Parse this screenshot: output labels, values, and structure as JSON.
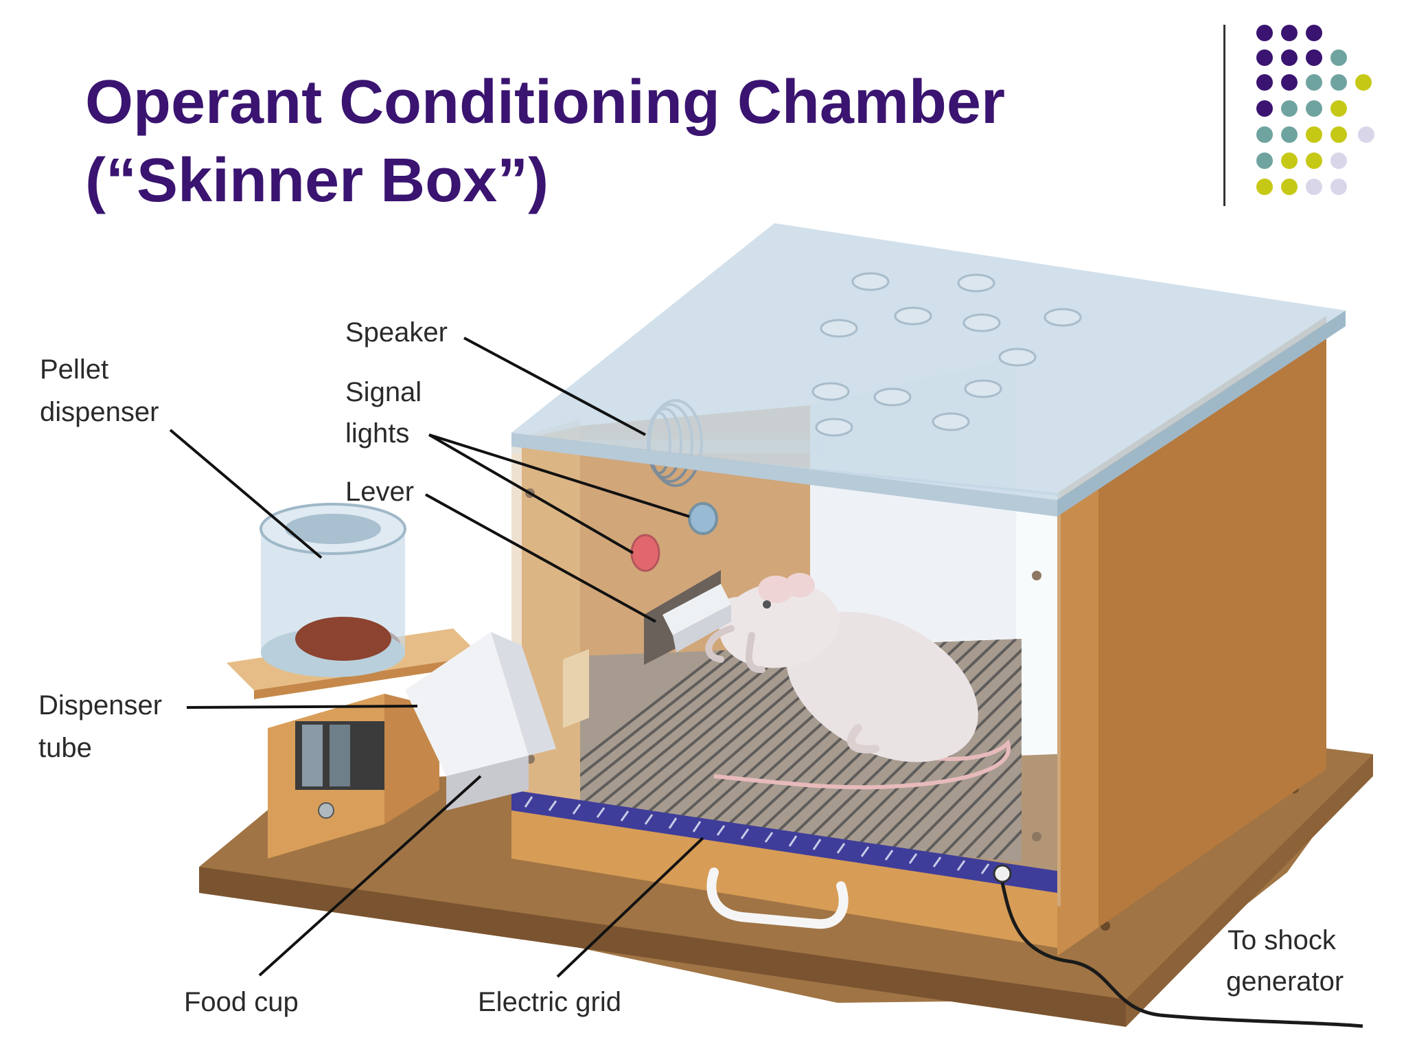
{
  "slide": {
    "title_line1": "Operant Conditioning Chamber",
    "title_line2": "(“Skinner Box”)"
  },
  "labels": {
    "speaker": "Speaker",
    "pellet_line1": "Pellet",
    "pellet_line2": "dispenser",
    "signal_line1": "Signal",
    "signal_line2": "lights",
    "lever": "Lever",
    "tube_line1": "Dispenser",
    "tube_line2": "tube",
    "food_cup": "Food cup",
    "electric_grid": "Electric grid",
    "shock_line1": "To shock",
    "shock_line2": "generator"
  },
  "colors": {
    "title": "#3a1470",
    "dot_purple": "#3a1470",
    "dot_teal": "#6fa3a0",
    "dot_lime": "#c6c816",
    "dot_lavender": "#d9d6ea",
    "wood": "#d9a25e",
    "glass": "#c9dbe8",
    "signal_red": "#e0333a",
    "signal_blue": "#7aa6c8"
  }
}
